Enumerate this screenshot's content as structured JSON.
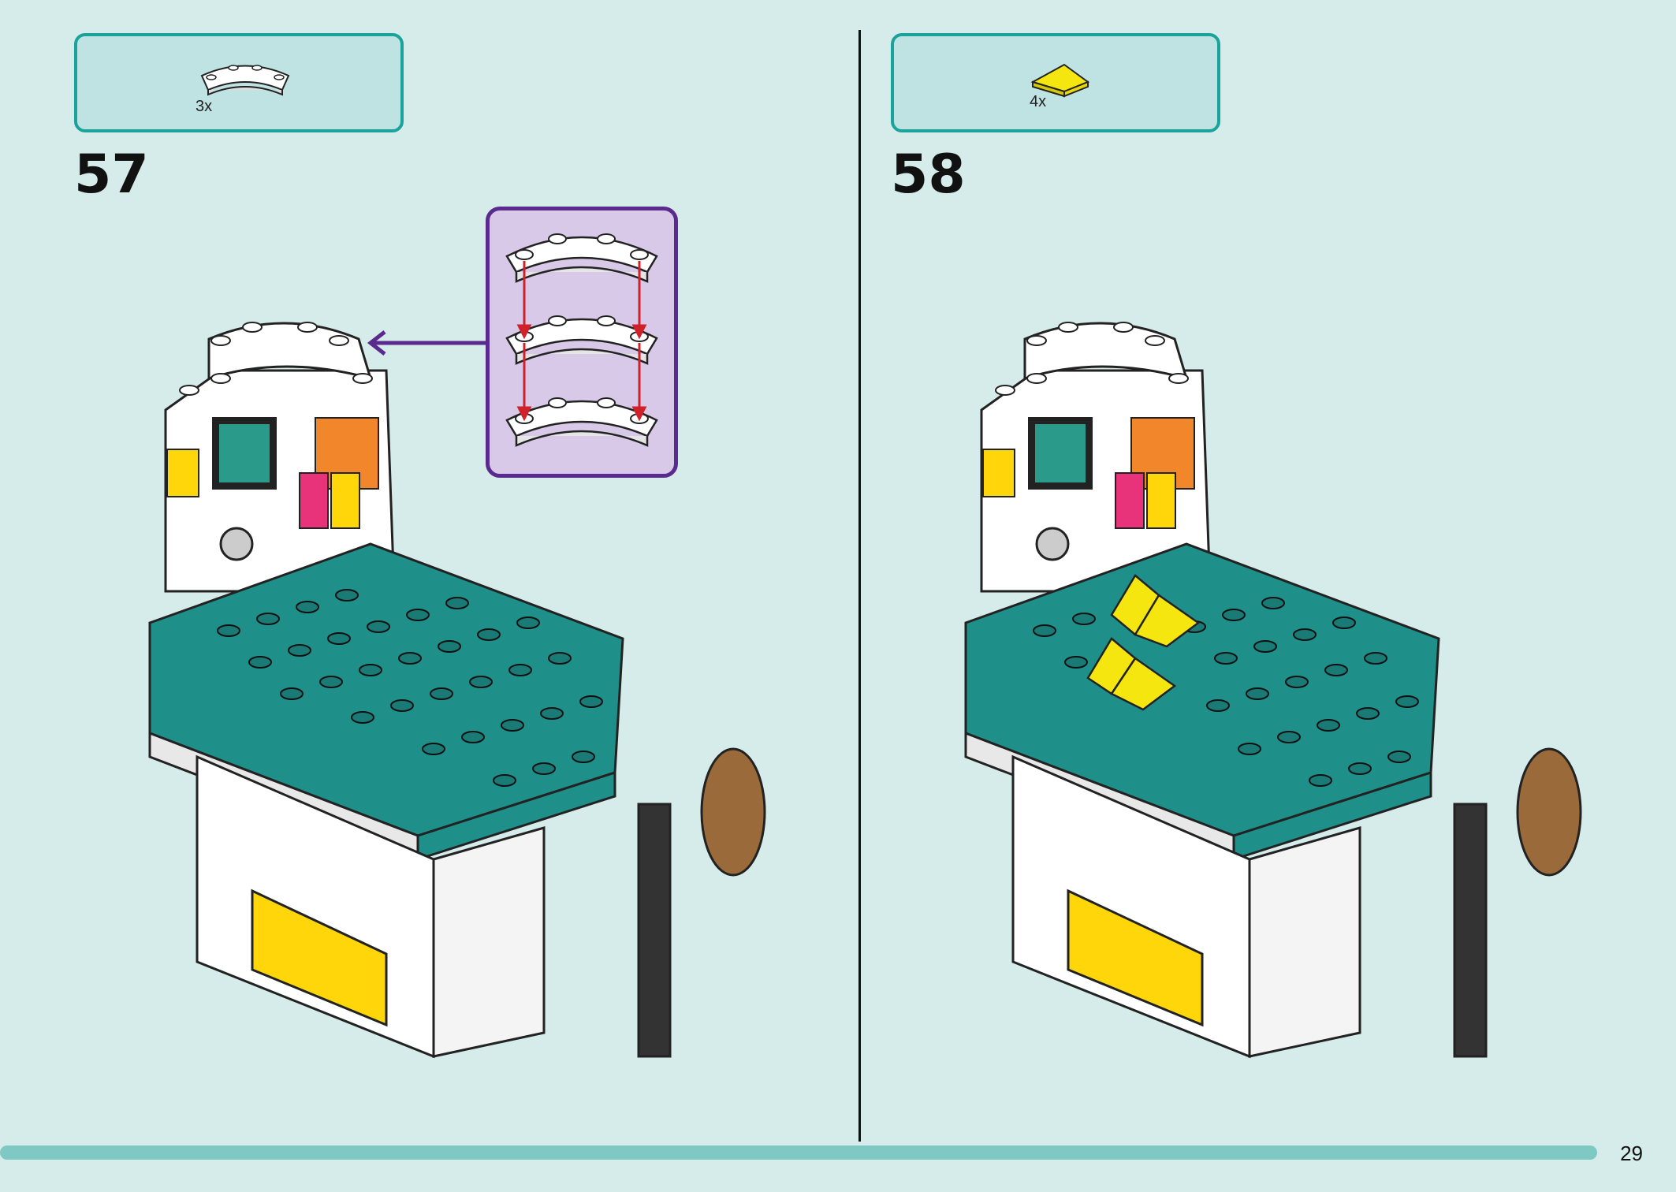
{
  "steps": [
    {
      "number": "57",
      "parts": [
        {
          "quantity": "3x",
          "color": "#ffffff",
          "part": "curved-plate-icon"
        }
      ],
      "has_callout": true
    },
    {
      "number": "58",
      "parts": [
        {
          "quantity": "4x",
          "color": "#f5e60f",
          "part": "triangle-tile-icon"
        }
      ],
      "has_callout": false
    }
  ],
  "page_number": "29",
  "colors": {
    "background": "#d5ecea",
    "accent": "#1aa39b",
    "teal_plate": "#1f8f8a",
    "yellow": "#ffd60a",
    "callout_border": "#5b2a8e",
    "arrow_red": "#d0202a"
  }
}
